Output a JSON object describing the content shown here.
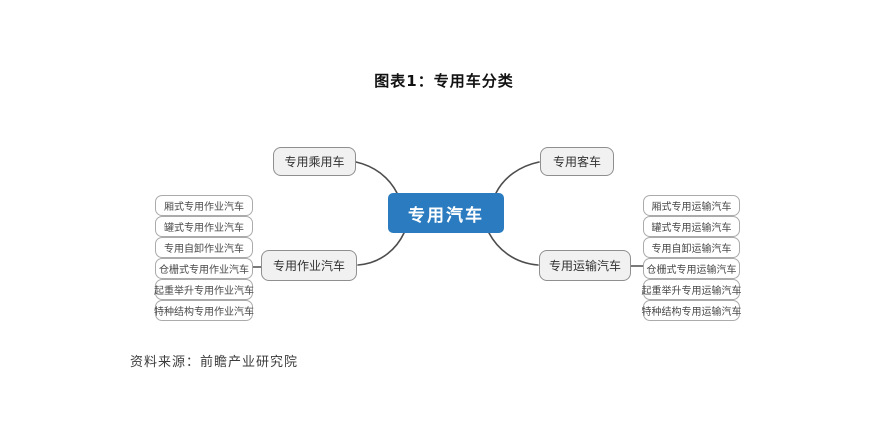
{
  "title": "图表1：专用车分类",
  "footer": "资料来源：前瞻产业研究院",
  "colors": {
    "central_bg": "#2A7BBF",
    "central_text": "#FFFFFF",
    "branch_bg": "#F1F1F1",
    "branch_border": "#8F8F8F",
    "leaf_border": "#ABABAB",
    "line": "#4D4D4D"
  },
  "diagram": {
    "central": "专用汽车",
    "branches": [
      {
        "label": "专用乘用车",
        "children": []
      },
      {
        "label": "专用客车",
        "children": []
      },
      {
        "label": "专用作业汽车",
        "children": [
          "厢式专用作业汽车",
          "罐式专用作业汽车",
          "专用自卸作业汽车",
          "仓栅式专用作业汽车",
          "起重举升专用作业汽车",
          "特种结构专用作业汽车"
        ]
      },
      {
        "label": "专用运输汽车",
        "children": [
          "厢式专用运输汽车",
          "罐式专用运输汽车",
          "专用自卸运输汽车",
          "仓栅式专用运输汽车",
          "起重举升专用运输汽车",
          "特种结构专用运输汽车"
        ]
      }
    ]
  }
}
